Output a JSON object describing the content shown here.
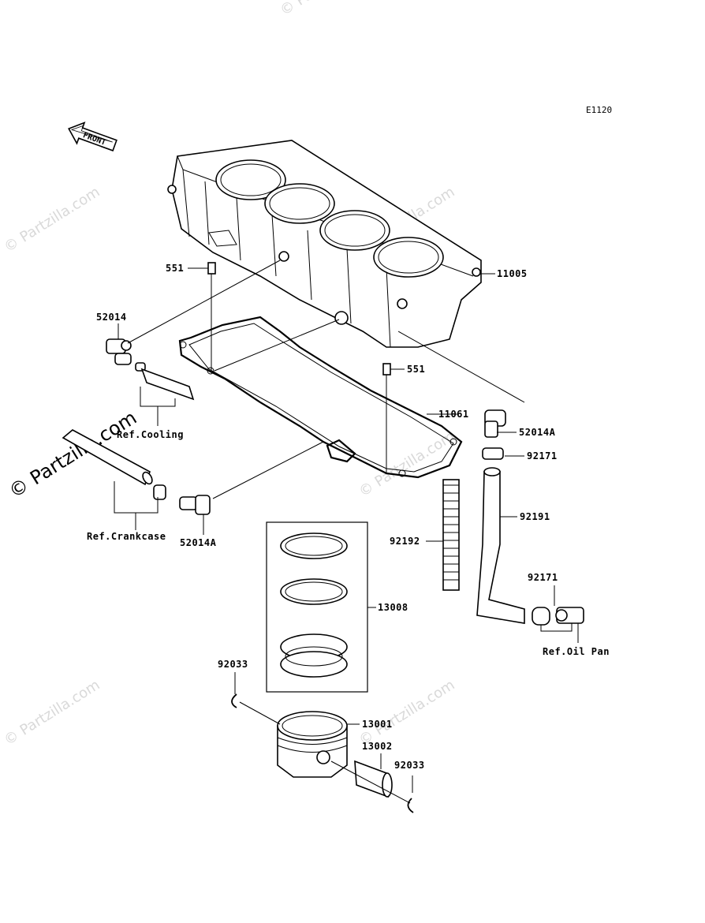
{
  "diagram": {
    "code": "E1120",
    "front_label": "FRONT",
    "watermark": "© Partzilla.com",
    "parts": {
      "p11005": "11005",
      "p551_top": "551",
      "p551_mid": "551",
      "p52014": "52014",
      "p11061": "11061",
      "p52014A_right": "52014A",
      "p52014A_left": "52014A",
      "p92171_top": "92171",
      "p92171_bottom": "92171",
      "p92191": "92191",
      "p92192": "92192",
      "p13008": "13008",
      "p92033_left": "92033",
      "p92033_right": "92033",
      "p13001": "13001",
      "p13002": "13002"
    },
    "refs": {
      "cooling": "Ref.Cooling",
      "crankcase": "Ref.Crankcase",
      "oil_pan": "Ref.Oil Pan"
    }
  }
}
